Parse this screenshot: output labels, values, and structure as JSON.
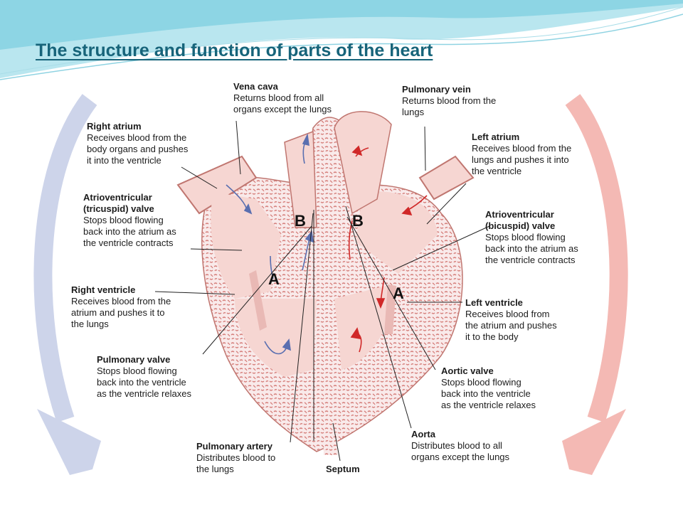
{
  "slide": {
    "title": "The structure and function of parts of the heart"
  },
  "diagram": {
    "labels": {
      "right_atrium": {
        "title": "Right atrium",
        "desc": "Receives blood from the\nbody organs and pushes\nit into the ventricle"
      },
      "vena_cava": {
        "title": "Vena cava",
        "desc": "Returns blood from all\norgans except the lungs"
      },
      "pulmonary_vein": {
        "title": "Pulmonary vein",
        "desc": "Returns blood from the\nlungs"
      },
      "left_atrium": {
        "title": "Left atrium",
        "desc": "Receives blood from the\nlungs and pushes it into\nthe ventricle"
      },
      "tricuspid_valve": {
        "title": "Atrioventricular\n(tricuspid) valve",
        "desc": "Stops blood flowing\nback into the atrium as\nthe ventricle contracts"
      },
      "bicuspid_valve": {
        "title": "Atrioventricular\n(bicuspid) valve",
        "desc": "Stops blood flowing\nback into the atrium as\nthe ventricle contracts"
      },
      "right_ventricle": {
        "title": "Right ventricle",
        "desc": "Receives blood from the\natrium and pushes it to\nthe lungs"
      },
      "left_ventricle": {
        "title": "Left ventricle",
        "desc": "Receives blood from\nthe atrium and pushes\nit to the body"
      },
      "pulmonary_valve": {
        "title": "Pulmonary valve",
        "desc": "Stops blood flowing\nback into the ventricle\nas the ventricle relaxes"
      },
      "aortic_valve": {
        "title": "Aortic valve",
        "desc": "Stops blood flowing\nback into the ventricle\nas the ventricle relaxes"
      },
      "pulmonary_artery": {
        "title": "Pulmonary artery",
        "desc": "Distributes blood to\nthe lungs"
      },
      "aorta": {
        "title": "Aorta",
        "desc": "Distributes blood to all\norgans except the lungs"
      },
      "septum": {
        "title": "Septum"
      }
    },
    "markers": {
      "b_left": "B",
      "b_right": "B",
      "a_left": "A",
      "a_right": "A"
    },
    "colors": {
      "title": "#17647a",
      "deoxygenated_arrow": "#cdd4ea",
      "oxygenated_arrow": "#f4b9b4",
      "tissue": "#f6d6d2",
      "muscle_wall": "#d98884",
      "blood_flow_right": "#5a6fb0",
      "blood_flow_left": "#d02828"
    }
  }
}
